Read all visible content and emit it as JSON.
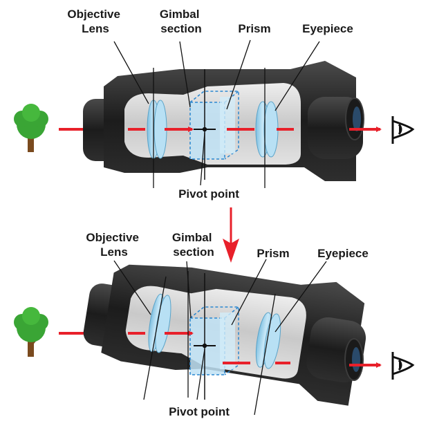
{
  "labels": {
    "top": {
      "objective_line1": "Objective",
      "objective_line2": "Lens",
      "gimbal_line1": "Gimbal",
      "gimbal_line2": "section",
      "prism": "Prism",
      "eyepiece": "Eyepiece",
      "pivot": "Pivot point"
    },
    "bottom": {
      "objective_line1": "Objective",
      "objective_line2": "Lens",
      "gimbal_line1": "Gimbal",
      "gimbal_line2": "section",
      "prism": "Prism",
      "eyepiece": "Eyepiece",
      "pivot": "Pivot point"
    }
  },
  "icons": [
    "tree-icon",
    "eye-icon"
  ],
  "colors": {
    "light_ray": "#e8202a",
    "body": "#222222",
    "interior": "#d9d9d9",
    "lens": "#a9d6ee",
    "prism_outline": "#2a87d0",
    "tree_foliage": "#3aa535",
    "tree_trunk": "#7a4a1e",
    "label_text": "#1a1a1a"
  }
}
